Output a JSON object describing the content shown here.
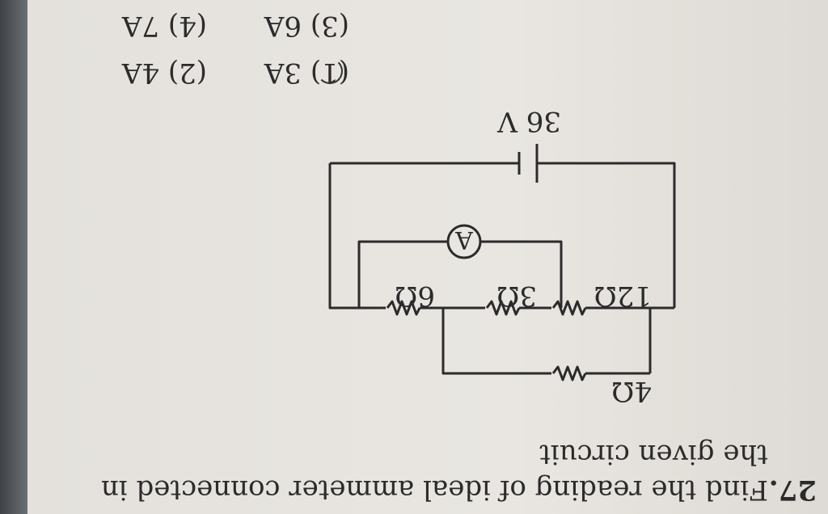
{
  "question": {
    "number": "27.",
    "line1": "Find the reading of ideal ammeter connected in",
    "line2": "the given circuit"
  },
  "circuit": {
    "resistors": [
      "4Ω",
      "12Ω",
      "3Ω",
      "6Ω"
    ],
    "ammeter": "A",
    "battery": "36 V"
  },
  "options": [
    {
      "label": "(1)",
      "text": "3A"
    },
    {
      "label": "(2)",
      "text": "4A"
    },
    {
      "label": "(3)",
      "text": "6A"
    },
    {
      "label": "(4)",
      "text": "7A"
    }
  ]
}
